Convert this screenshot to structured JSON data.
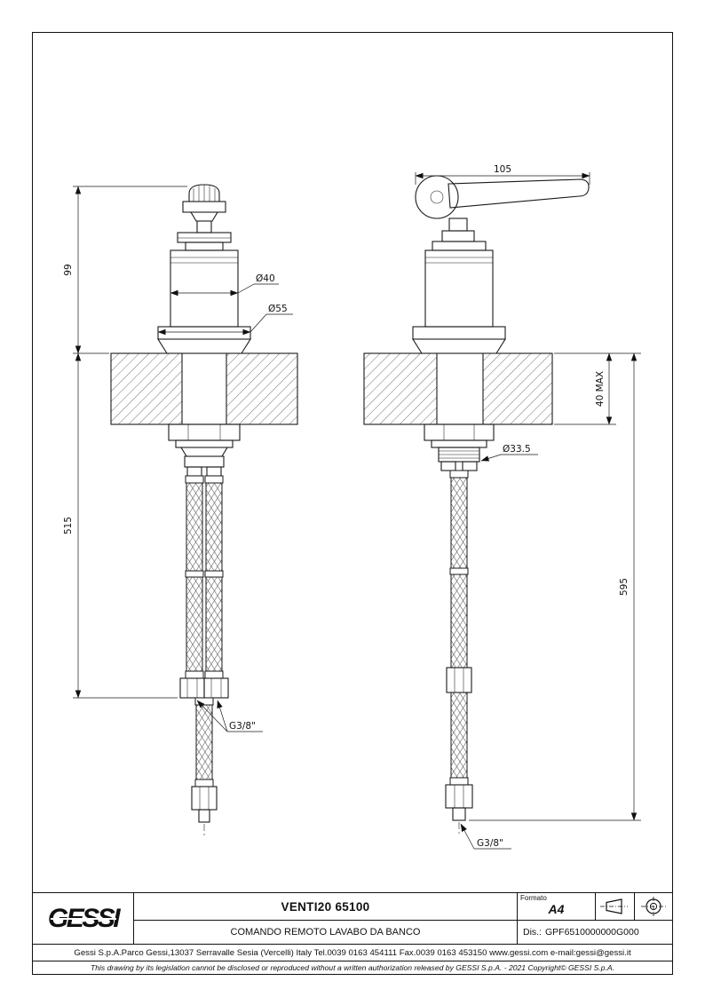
{
  "colors": {
    "line": "#1a1a1a",
    "paper": "#ffffff"
  },
  "drawing": {
    "front_view": {
      "dim_height_above_deck": "99",
      "dim_body_diameter": "Ø40",
      "dim_flange_diameter": "Ø55",
      "dim_hose_length": "515",
      "dim_thread": "G3/8\""
    },
    "side_view": {
      "dim_lever_length": "105",
      "dim_deck_thickness": "40 MAX",
      "dim_shank_diameter": "Ø33.5",
      "dim_total_length": "595",
      "dim_thread": "G3/8\""
    }
  },
  "title_block": {
    "logo": "GESSI",
    "code": "VENTI20 65100",
    "description": "COMANDO REMOTO LAVABO DA BANCO",
    "formato_label": "Formato",
    "formato_value": "A4",
    "dis_label": "Dis.:",
    "dis_value": "GPF6510000000G000",
    "address": "Gessi S.p.A.Parco Gessi,13037 Serravalle Sesia (Vercelli) Italy Tel.0039 0163 454111 Fax.0039 0163 453150 www.gessi.com e-mail:gessi@gessi.it",
    "disclaimer": "This drawing by its legislation cannot be disclosed or reproduced without a written authorization released by GESSI S.p.A. - 2021 Copyright© GESSI S.p.A."
  }
}
